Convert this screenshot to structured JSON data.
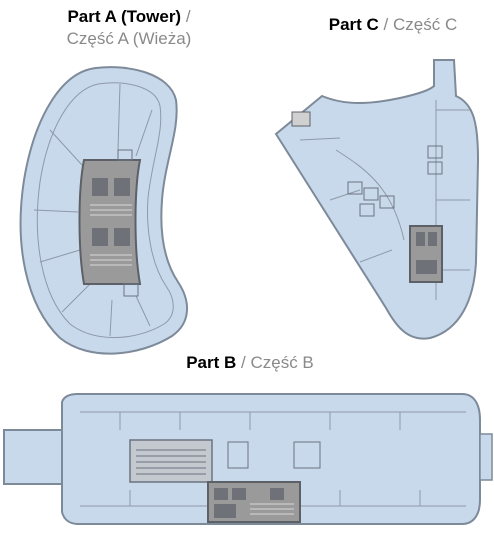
{
  "labels": {
    "part_a": {
      "en": "Part A (Tower)",
      "sep": " / ",
      "pl": "Część A (Wieża)"
    },
    "part_c": {
      "en": "Part C",
      "sep": " / ",
      "pl": "Część C"
    },
    "part_b": {
      "en": "Part B",
      "sep": " / ",
      "pl": "Część B"
    }
  },
  "colors": {
    "floor": "#c9d9ec",
    "outline": "#7d8a99",
    "core": "#9a9a9a",
    "core_dark": "#5d6066",
    "wall": "#6b7480"
  }
}
